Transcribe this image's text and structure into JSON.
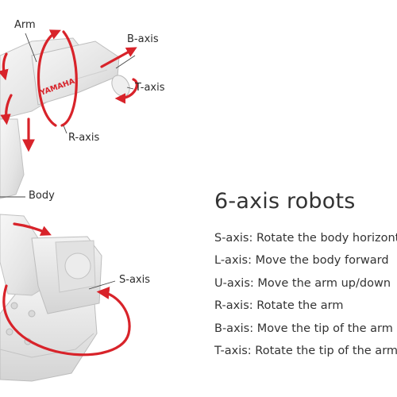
{
  "diagram": {
    "brand_text": "YAMAHA",
    "callouts": {
      "arm": "Arm",
      "b_axis": "B-axis",
      "t_axis": "T-axis",
      "r_axis": "R-axis",
      "body": "Body",
      "s_axis": "S-axis"
    },
    "colors": {
      "arrow": "#d8232a",
      "robot_body": "#e9e9e9",
      "robot_shadow": "#c9c9c9",
      "text": "#333333"
    }
  },
  "panel": {
    "title": "6-axis robots",
    "axes": [
      {
        "text": "S-axis: Rotate the body horizontally"
      },
      {
        "text": "L-axis: Move the body forward"
      },
      {
        "text": "U-axis: Move the arm up/down"
      },
      {
        "text": "R-axis: Rotate the arm"
      },
      {
        "text": "B-axis: Move the tip of the arm"
      },
      {
        "text": "T-axis: Rotate the tip of the arm"
      }
    ]
  }
}
